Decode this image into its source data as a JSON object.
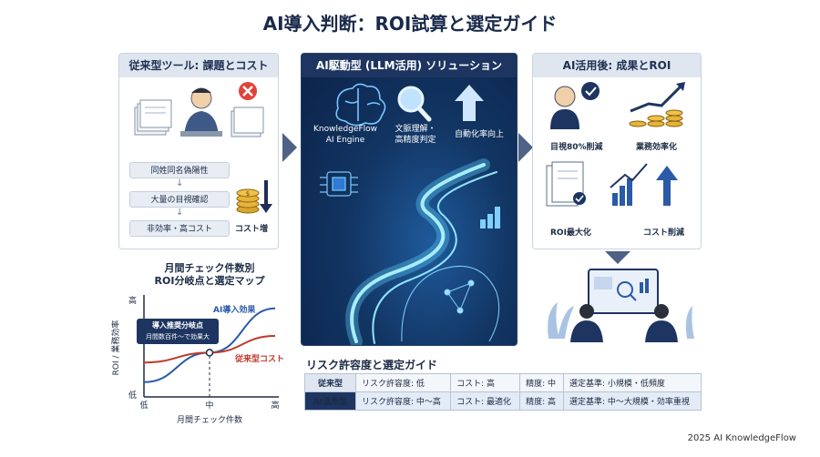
{
  "title": "AI導入判断：ROI試算と選定ガイド",
  "left_panel": {
    "header": "従来型ツール: 課題とコスト",
    "steps": [
      "同姓同名偽陽性",
      "大量の目視確認",
      "非効率・高コスト"
    ],
    "cost_label": "コスト増"
  },
  "mid_panel": {
    "header": "AI駆動型 (LLM活用) ソリューション",
    "engine_label": "KnowledgeFlow\nAI Engine",
    "understanding_label": "文脈理解・\n高精度判定",
    "automation_label": "自動化率向上"
  },
  "right_panel": {
    "header": "AI活用後: 成果とROI",
    "items": [
      "目視80%削減",
      "業務効率化",
      "ROI最大化",
      "コスト削減"
    ]
  },
  "chart": {
    "title_line1": "月間チェック件数別",
    "title_line2": "ROI分岐点と選定マップ",
    "ylabel": "ROI / 業務効率",
    "xlabel": "月間チェック件数",
    "y_ticks": [
      "高",
      "低"
    ],
    "x_ticks": [
      "低",
      "中",
      "高"
    ],
    "ai_series_label": "AI導入効果",
    "legacy_series_label": "従来型コスト",
    "callout_line1": "導入推奨分岐点",
    "callout_line2": "月間数百件〜で効果大",
    "ai_color": "#2a5aa8",
    "legacy_color": "#c0392b"
  },
  "chart_data": {
    "type": "line",
    "x": [
      "低",
      "中",
      "高"
    ],
    "series": [
      {
        "name": "AI導入効果",
        "values": [
          0.15,
          0.45,
          0.9
        ]
      },
      {
        "name": "従来型コスト",
        "values": [
          0.35,
          0.45,
          0.62
        ]
      }
    ],
    "xlabel": "月間チェック件数",
    "ylabel": "ROI / 業務効率",
    "ylim": [
      0,
      1
    ]
  },
  "risk": {
    "title": "リスク許容度と選定ガイド",
    "rows": [
      [
        "従来型",
        "リスク許容度: 低",
        "コスト: 高",
        "精度: 中",
        "選定基準: 小規模・低頻度"
      ],
      [
        "AI活用型",
        "リスク許容度: 中〜高",
        "コスト: 最適化",
        "精度: 高",
        "選定基準: 中〜大規模・効率重視"
      ]
    ]
  },
  "footer": "2025 AI KnowledgeFlow"
}
